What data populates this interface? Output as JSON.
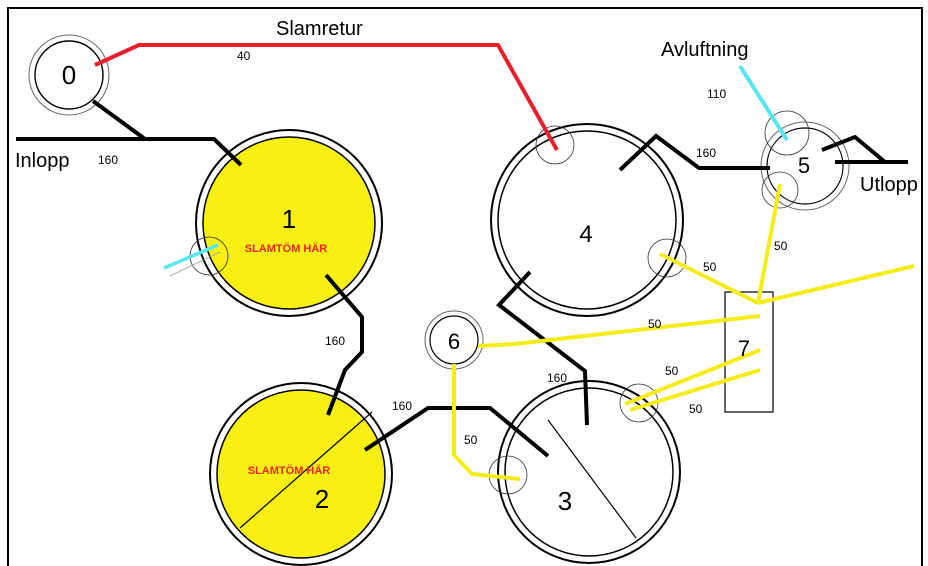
{
  "colors": {
    "sludge_return": "#e8202a",
    "main_pipe": "#000000",
    "vent": "#57e6f2",
    "small_pipe": "#f5ec1a",
    "tank_fill": "#f8ef13",
    "sludge_label": "#e8262b"
  },
  "labels": {
    "slamretur": "Slamretur",
    "avluftning": "Avluftning",
    "inlopp": "Inlopp",
    "utlopp": "Utlopp"
  },
  "tanks": {
    "t0": "0",
    "t1": "1",
    "t2": "2",
    "t3": "3",
    "t4": "4",
    "t5": "5",
    "t6": "6",
    "t7": "7"
  },
  "sludge_notes": {
    "t1": "SLAMTÖM HÄR",
    "t2": "SLAMTÖM HÄR"
  },
  "pipe_sizes": {
    "slamretur": "40",
    "inlopp": "160",
    "t1_t2": "160",
    "t2_t3": "160",
    "t3_t4": "160",
    "t4_t5": "160",
    "avluftning": "110",
    "t5_t7": "50",
    "t4_t7": "50",
    "t6_t7": "50",
    "t6_t3": "50",
    "t3_t7_upper": "50",
    "t3_t7_lower": "50"
  }
}
